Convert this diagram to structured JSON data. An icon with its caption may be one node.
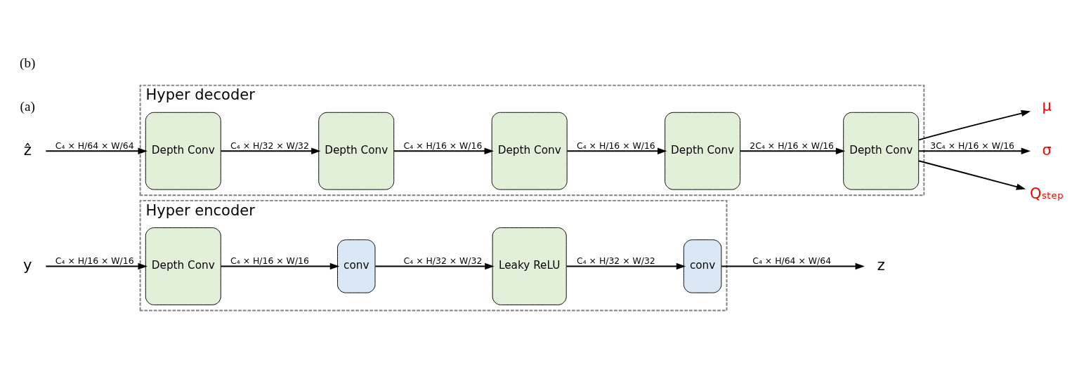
{
  "diagram": {
    "nodes": [
      {
        "text": [
          "Hyper encoder"
        ]
      },
      {
        "text": [
          "Depth Conv"
        ],
        "in": 0
      },
      {
        "text": [
          "conv"
        ],
        "in": 0
      },
      {
        "text": [
          "Leaky ReLU"
        ],
        "in": 0
      },
      {
        "text": [
          "conv"
        ],
        "in": 0
      },
      {
        "text": [
          "y"
        ]
      },
      {
        "text": [
          "z"
        ]
      },
      {
        "text": [
          "Hyper decoder"
        ]
      },
      {
        "text": [
          "Depth Conv"
        ],
        "in": 7
      },
      {
        "text": [
          "Depth Conv"
        ],
        "in": 7
      },
      {
        "text": [
          "Depth Conv"
        ],
        "in": 7
      },
      {
        "text": [
          "Depth Conv"
        ],
        "in": 7
      },
      {
        "text": [
          "Depth Conv"
        ],
        "in": 7
      },
      {
        "text": [
          "ẑ"
        ]
      },
      {
        "text": [
          "μ"
        ]
      },
      {
        "text": [
          "σ"
        ]
      },
      {
        "text": [
          "Qₛₜₑₚ"
        ]
      }
    ],
    "edges": [
      {
        "from": 5,
        "to": 1,
        "arrow": "to",
        "label": "C₄ × H/16 × W/16"
      },
      {
        "from": 1,
        "to": 2,
        "arrow": "to",
        "label": "C₄ × H/16 × W/16"
      },
      {
        "from": 2,
        "to": 3,
        "arrow": "to",
        "label": "C₄ × H/32 × W/32"
      },
      {
        "from": 3,
        "to": 4,
        "arrow": "to",
        "label": "C₄ × H/32 × W/32"
      },
      {
        "from": 4,
        "to": 6,
        "arrow": "to",
        "label": "C₄ × H/64 × W/64"
      },
      {
        "from": 13,
        "to": 12,
        "arrow": "to",
        "label": "C₄ × H/64 × W/64"
      },
      {
        "from": 12,
        "to": 11,
        "arrow": "to",
        "label": "C₄ × H/32 × W/32"
      },
      {
        "from": 11,
        "to": 10,
        "arrow": "to",
        "label": "C₄ × H/16 × W/16"
      },
      {
        "from": 10,
        "to": 9,
        "arrow": "to",
        "label": "C₄ × H/16 × W/16"
      },
      {
        "from": 9,
        "to": 8,
        "arrow": "to",
        "label": "2C₄ × H/16 × W/16"
      },
      {
        "from": 8,
        "to": 14,
        "arrow": "to"
      },
      {
        "from": 8,
        "to": 15,
        "arrow": "to",
        "label": "3C₄ × H/16 × W/16"
      },
      {
        "from": 8,
        "to": 16,
        "arrow": "to"
      }
    ],
    "labels": [
      "(a)",
      "(b)"
    ]
  }
}
